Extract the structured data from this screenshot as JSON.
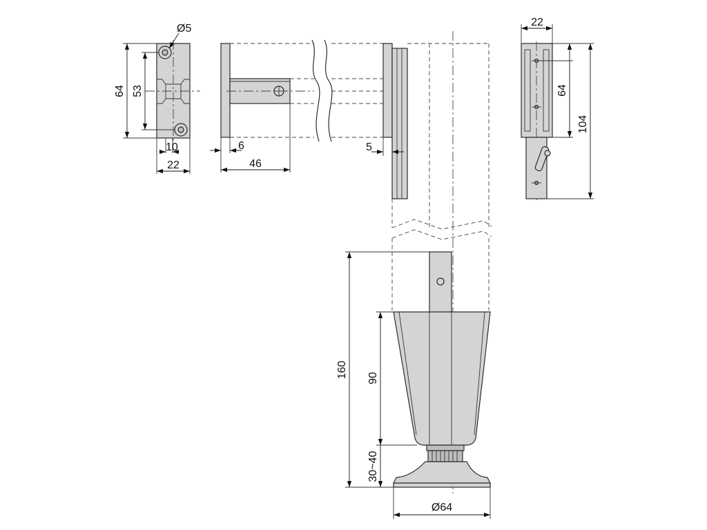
{
  "drawing": {
    "dimensions": {
      "hole_diameter": "Ø5",
      "bracket_height_outer": "64",
      "bracket_hole_spacing": "53",
      "bracket_depth": "10",
      "bracket_width": "22",
      "plate_thickness": "6",
      "insert_length": "46",
      "gap": "5",
      "side_width": "22",
      "side_hole_spacing": "64",
      "side_total_height": "104",
      "leg_total_height": "160",
      "leg_body_height": "90",
      "leg_adjust_range": "30~40",
      "foot_diameter": "Ø64"
    }
  }
}
